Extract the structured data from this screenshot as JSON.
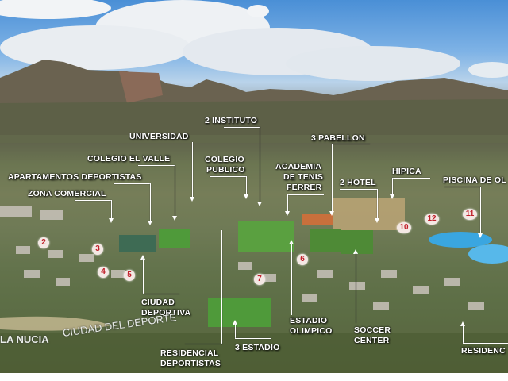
{
  "image": {
    "description": "Aerial view of La Nucia sports city with annotated facilities",
    "watermark": {
      "place": "LA NUCIA",
      "title": "CIUDAD DEL DEPORTE"
    }
  },
  "labels": [
    {
      "id": "universidad",
      "text": "UNIVERSIDAD"
    },
    {
      "id": "instituto",
      "text": "2 INSTITUTO"
    },
    {
      "id": "colegio-el-valle",
      "text": "COLEGIO EL VALLE"
    },
    {
      "id": "colegio-publico-1",
      "text": "COLEGIO"
    },
    {
      "id": "colegio-publico-2",
      "text": "PUBLICO"
    },
    {
      "id": "apartamentos",
      "text": "APARTAMENTOS DEPORTISTAS"
    },
    {
      "id": "zona-comercial",
      "text": "ZONA COMERCIAL"
    },
    {
      "id": "pabellon",
      "text": "3 PABELLON"
    },
    {
      "id": "academia-1",
      "text": "ACADEMIA"
    },
    {
      "id": "academia-2",
      "text": "DE TENIS"
    },
    {
      "id": "academia-3",
      "text": "FERRER"
    },
    {
      "id": "hotel",
      "text": "2 HOTEL"
    },
    {
      "id": "hipica",
      "text": "HIPICA"
    },
    {
      "id": "piscina",
      "text": "PISCINA DE OL"
    },
    {
      "id": "ciudad-deportiva-1",
      "text": "CIUDAD"
    },
    {
      "id": "ciudad-deportiva-2",
      "text": "DEPORTIVA"
    },
    {
      "id": "residencial-1",
      "text": "RESIDENCIAL"
    },
    {
      "id": "residencial-2",
      "text": "DEPORTISTAS"
    },
    {
      "id": "estadio",
      "text": "3 ESTADIO"
    },
    {
      "id": "estadio-olimpico-1",
      "text": "ESTADIO"
    },
    {
      "id": "estadio-olimpico-2",
      "text": "OLIMPICO"
    },
    {
      "id": "soccer-1",
      "text": "SOCCER"
    },
    {
      "id": "soccer-2",
      "text": "CENTER"
    },
    {
      "id": "residencia",
      "text": "RESIDENC"
    }
  ],
  "markers": [
    "2",
    "3",
    "4",
    "5",
    "6",
    "7",
    "10",
    "11",
    "12"
  ],
  "colors": {
    "marker_text": "#c0202a",
    "marker_bg": "#f4e8e4",
    "label": "#ffffff",
    "sky": "#4a8fd6",
    "field": "#4f9a3a",
    "pool": "#3aa6e0"
  }
}
